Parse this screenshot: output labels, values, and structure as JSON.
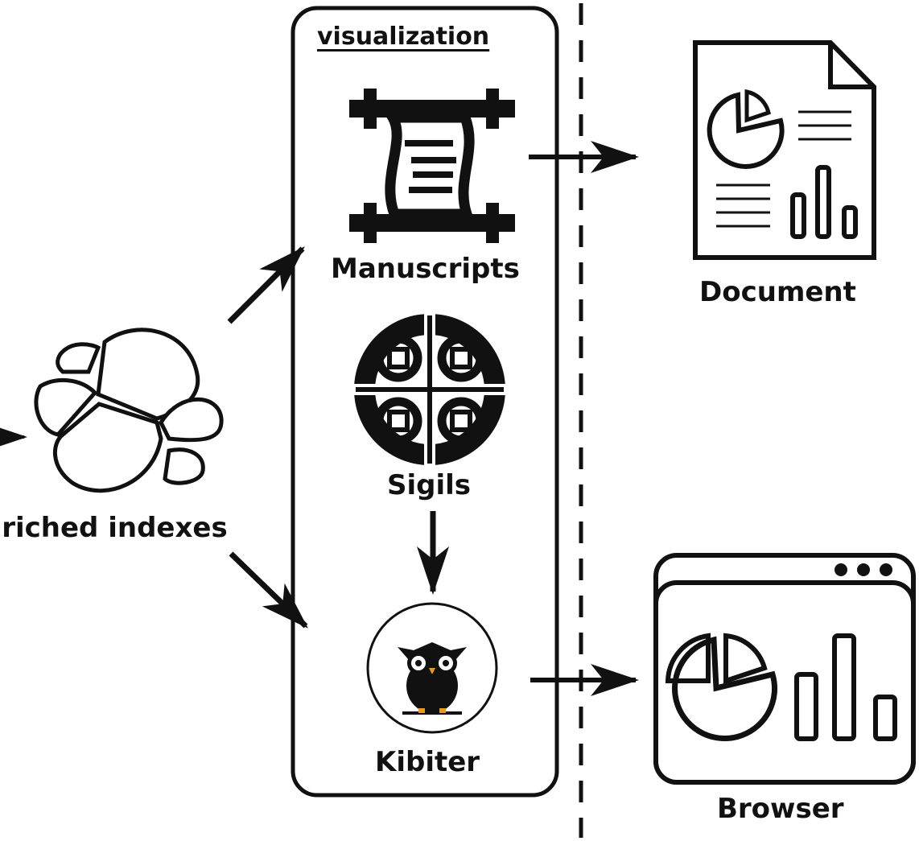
{
  "visualization": {
    "title": "visualization",
    "tools": [
      {
        "label": "Manuscripts"
      },
      {
        "label": "Sigils"
      },
      {
        "label": "Kibiter"
      }
    ]
  },
  "source": {
    "label": "nriched indexes"
  },
  "outputs": [
    {
      "label": "Document"
    },
    {
      "label": "Browser"
    }
  ]
}
